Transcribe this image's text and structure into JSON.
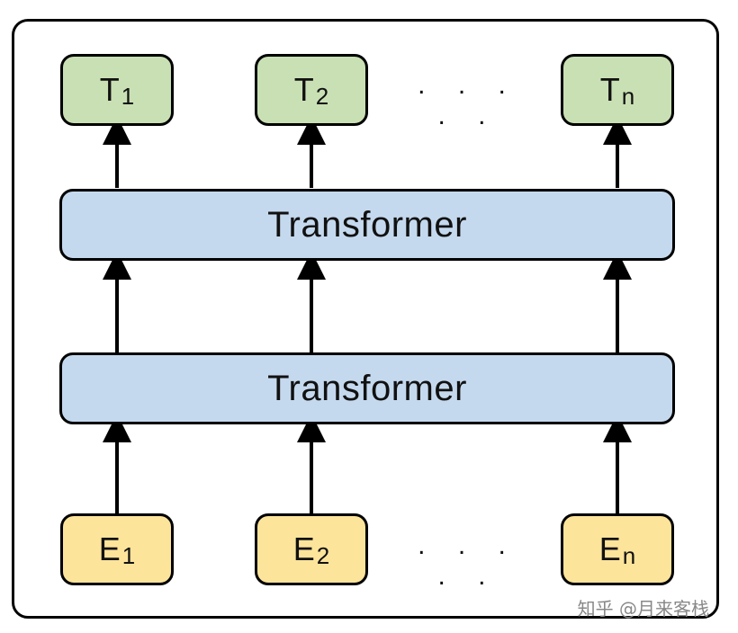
{
  "outputs": [
    {
      "main": "T",
      "sub": "1"
    },
    {
      "main": "T",
      "sub": "2"
    },
    {
      "main": "T",
      "sub": "n"
    }
  ],
  "inputs": [
    {
      "main": "E",
      "sub": "1"
    },
    {
      "main": "E",
      "sub": "2"
    },
    {
      "main": "E",
      "sub": "n"
    }
  ],
  "transformers": [
    "Transformer",
    "Transformer"
  ],
  "ellipsis": ". . . . .",
  "watermark": "知乎 @月来客栈",
  "colors": {
    "output_fill": "#c9e0b4",
    "input_fill": "#fde49b",
    "transformer_fill": "#c5d9ee",
    "stroke": "#000000"
  }
}
